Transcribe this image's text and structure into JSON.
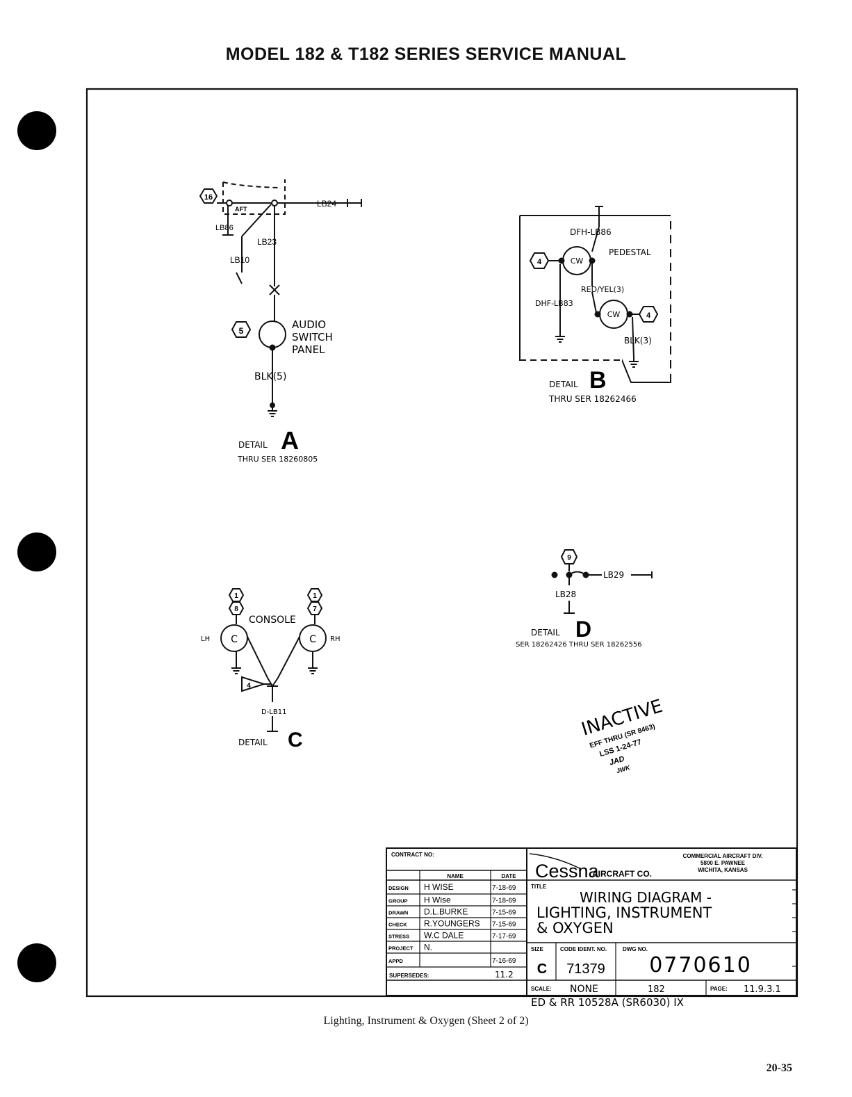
{
  "header": {
    "title": "MODEL 182 & T182 SERIES SERVICE MANUAL"
  },
  "detail_a": {
    "item_switch": "16",
    "item_panel": "5",
    "switch_label": "AFT",
    "wires": [
      "LB24",
      "LB86",
      "LB23",
      "LB10"
    ],
    "panel_lines": [
      "AUDIO",
      "SWITCH",
      "PANEL"
    ],
    "ground_wire": "BLK(5)",
    "detail_word": "DETAIL",
    "detail_letter": "A",
    "serial": "THRU SER 18260805"
  },
  "detail_b": {
    "top_wire": "DFH-LB86",
    "pedestal": "PEDESTAL",
    "light_label": "CW",
    "item": "4",
    "red_yel": "RED/YEL(3)",
    "dhf_wire": "DHF-LB83",
    "blk": "BLK(3)",
    "detail_word": "DETAIL",
    "detail_letter": "B",
    "serial": "THRU SER 18262466"
  },
  "detail_c": {
    "items_left": [
      "1",
      "8"
    ],
    "items_right": [
      "1",
      "7"
    ],
    "console": "CONSOLE",
    "light_label": "C",
    "lh": "LH",
    "rh": "RH",
    "note": "4",
    "wire": "D-LB11",
    "detail_word": "DETAIL",
    "detail_letter": "C"
  },
  "detail_d": {
    "item": "9",
    "wire_out": "LB29",
    "wire_down": "LB28",
    "detail_word": "DETAIL",
    "detail_letter": "D",
    "serial": "SER 18262426 THRU SER 18262556"
  },
  "stamp": {
    "line1": "INACTIVE",
    "line2": "EFF THRU (SR 8463)",
    "line3": "LSS 1-24-77",
    "line4": "JAD",
    "line5": "JWK"
  },
  "title_block": {
    "contract_label": "CONTRACT NO:",
    "col_name": "NAME",
    "col_date": "DATE",
    "rows": [
      {
        "role": "DESIGN",
        "name": "H WISE",
        "date": "7-18-69"
      },
      {
        "role": "GROUP",
        "name": "H Wise",
        "date": "7-18-69"
      },
      {
        "role": "DRAWN",
        "name": "D.L.BURKE",
        "date": "7-15-69"
      },
      {
        "role": "CHECK",
        "name": "R.YOUNGERS",
        "date": "7-15-69"
      },
      {
        "role": "STRESS",
        "name": "W.C DALE",
        "date": "7-17-69"
      },
      {
        "role": "PROJECT",
        "name": "N.",
        "date": ""
      },
      {
        "role": "APPD",
        "name": "",
        "date": "7-16-69"
      }
    ],
    "supersedes_label": "SUPERSEDES:",
    "supersedes_value": "11.2",
    "company_logo": "Cessna",
    "company_suffix": "AIRCRAFT CO.",
    "division": [
      "COMMERCIAL AIRCRAFT DIV.",
      "5800 E. PAWNEE",
      "WICHITA, KANSAS"
    ],
    "title_label": "TITLE",
    "title_lines": [
      "WIRING   DIAGRAM -",
      "LIGHTING, INSTRUMENT",
      "& OXYGEN"
    ],
    "size_label": "SIZE",
    "size": "C",
    "code_label": "CODE IDENT. NO.",
    "code": "71379",
    "dwg_label": "DWG NO.",
    "dwg": "0770610",
    "scale_label": "SCALE:",
    "scale": "NONE",
    "model": "182",
    "page_label": "PAGE:",
    "page": "11.9.3.1",
    "below_note": "ED & RR 10528A    (SR6030) IX"
  },
  "caption": "Lighting, Instrument & Oxygen (Sheet 2 of 2)",
  "page_number": "20-35"
}
